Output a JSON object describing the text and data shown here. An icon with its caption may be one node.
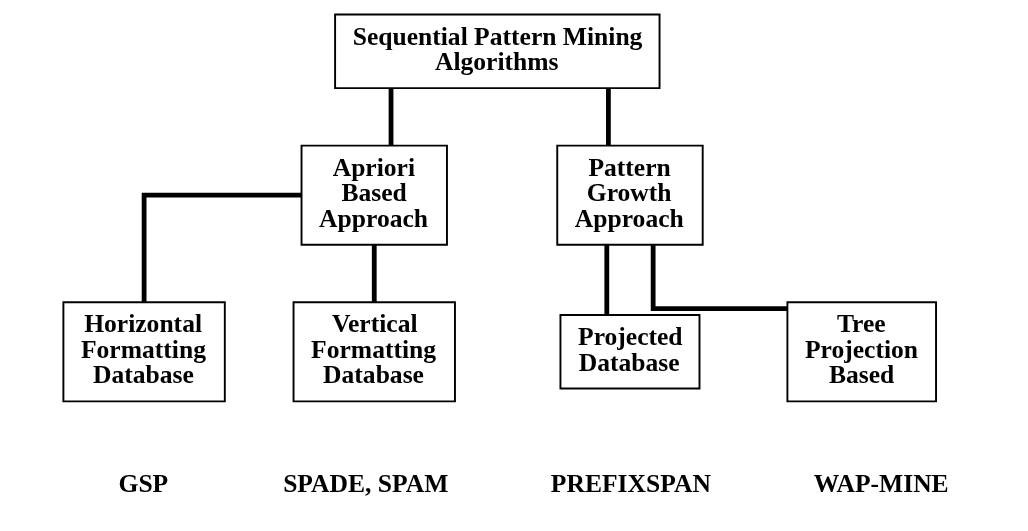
{
  "diagram": {
    "nodes": [
      {
        "text": [
          "Sequential Pattern Mining Algorithms"
        ]
      },
      {
        "text": [
          "Apriori Based Approach"
        ]
      },
      {
        "text": [
          "Pattern Growth Approach"
        ]
      },
      {
        "text": [
          "Horizontal Formatting Database"
        ],
        "beside": [
          "GSP"
        ]
      },
      {
        "text": [
          "Vertical Formatting Database"
        ],
        "beside": [
          "SPADE, SPAM"
        ]
      },
      {
        "text": [
          "Projected Database"
        ],
        "beside": [
          "PREFIXSPAN"
        ]
      },
      {
        "text": [
          "Tree Projection Based"
        ],
        "beside": [
          "WAP-MINE"
        ]
      }
    ],
    "edges": [
      {
        "from": 0,
        "to": 1,
        "arrow": "none"
      },
      {
        "from": 0,
        "to": 2,
        "arrow": "none"
      },
      {
        "from": 1,
        "to": 3,
        "arrow": "none"
      },
      {
        "from": 1,
        "to": 4,
        "arrow": "none"
      },
      {
        "from": 2,
        "to": 5,
        "arrow": "none"
      },
      {
        "from": 2,
        "to": 6,
        "arrow": "none"
      }
    ]
  }
}
